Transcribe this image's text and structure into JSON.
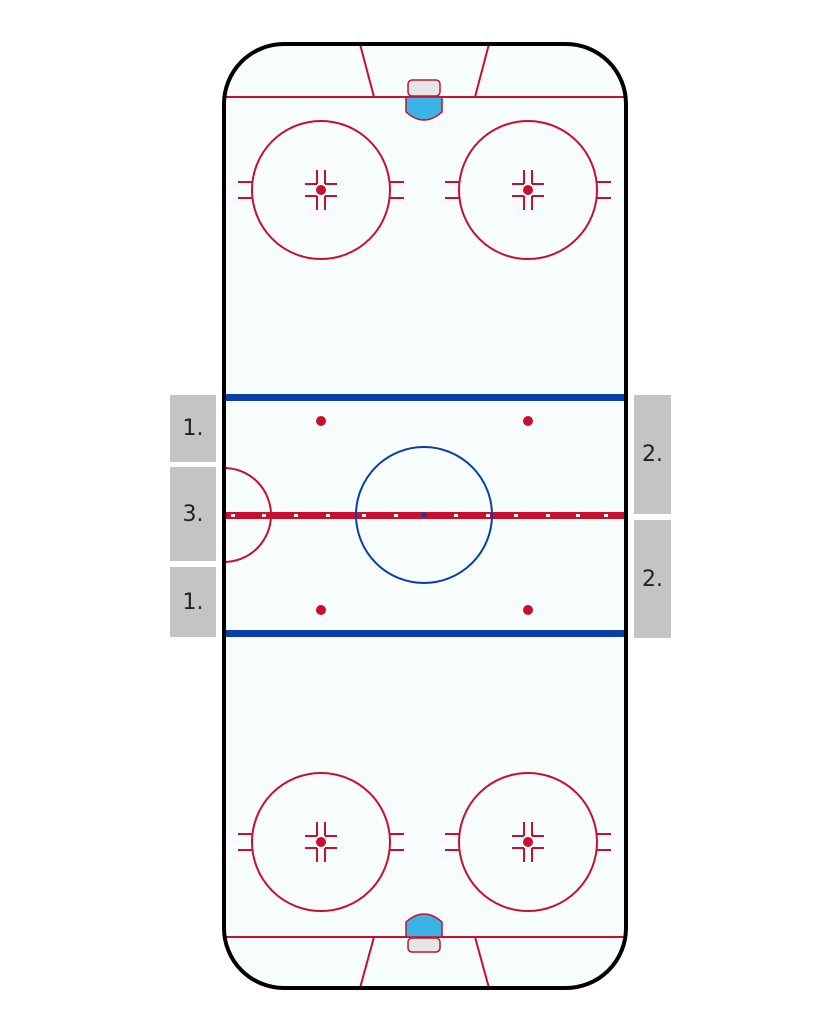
{
  "colors": {
    "ice": "#f7fcfd",
    "board": "#000000",
    "red_line": "#c8102e",
    "blue_line": "#0a3ea8",
    "crease_fill": "#3ab4e6",
    "net_fill": "#e6e6e6",
    "box_fill": "#c4c4c4",
    "label_text": "#222222"
  },
  "boxes": {
    "left_top": "1.",
    "left_middle": "3.",
    "left_bottom": "1.",
    "right_top": "2.",
    "right_bottom": "2."
  }
}
